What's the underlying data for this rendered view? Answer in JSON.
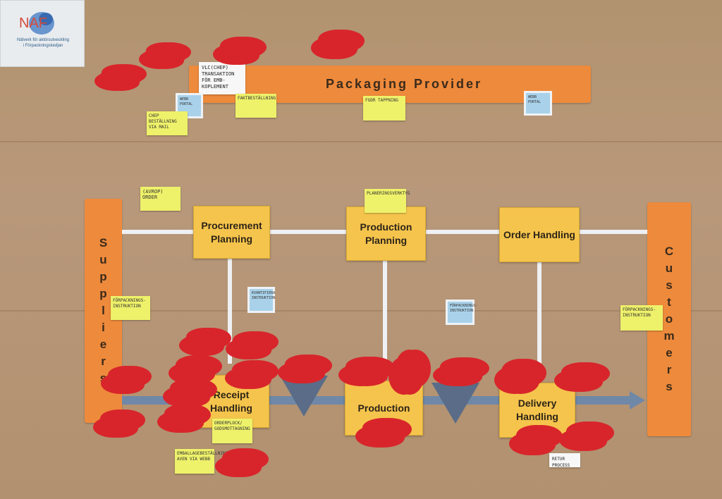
{
  "logo": {
    "mark": "NAF",
    "line1": "Nätverk för aktörsutveckling",
    "line2": "i Förpackningskedjan"
  },
  "packaging_provider": {
    "title": "Packaging Provider"
  },
  "suppliers": {
    "title": "Suppliers"
  },
  "customers": {
    "title": "Customers"
  },
  "process_boxes": {
    "procurement_planning": "Procurement Planning",
    "production_planning": "Production Planning",
    "order_handling": "Order Handling",
    "receipt_handling": "Receipt Handling",
    "production": "Production",
    "delivery_handling": "Delivery Handling"
  },
  "notes": {
    "vlc_transaction": "VLC(CHEP) TRANSAKTION FÖR EMB-KOPLEMENT",
    "webb_portal_1": "WEBB PORTAL",
    "webb_portal_2": "WEBB PORTAL",
    "faktbestallning": "FAKTBESTÄLLNING",
    "fgdr_tappning": "FGDR TAPPNING",
    "chep_bestallning": "CHEP BESTÄLLNING VIA MAIL",
    "avrop_order": "(AVROP) ORDER",
    "planeringsverktyg": "PLANERINGSVERKTYG",
    "forpackningsinstruktion_left": "FÖRPACKNINGS-INSTRUKTION",
    "forpackningsinstruktion_right": "FÖRPACKNINGS-INSTRUKTION",
    "blue_mid_left": "KVANTIFIERA INSTRUKTION",
    "blue_mid_right": "FÖRPACKNINGS-INSTRUKTION",
    "orderplock": "ORDERPLOCK/ GODSMOTTAGNING",
    "emballage": "EMBALLAGEBESTÄLLNING AVEN VIA WEBB",
    "retur_process": "RETUR PROCESS"
  },
  "cloud_notes": [
    "",
    "",
    "",
    "",
    "",
    "",
    "",
    "",
    "",
    "",
    "",
    "",
    "",
    "",
    "",
    "",
    "",
    "",
    "",
    "",
    "",
    "",
    "",
    "",
    ""
  ],
  "colors": {
    "board": "#b2936f",
    "orange_bar": "#ee8a3c",
    "process_box": "#f5c44c",
    "sticky_yellow": "#eef16a",
    "cloud_red": "#d8252b",
    "sticky_blue": "#a9d2ea",
    "arrow_blue": "#6f88a8"
  }
}
